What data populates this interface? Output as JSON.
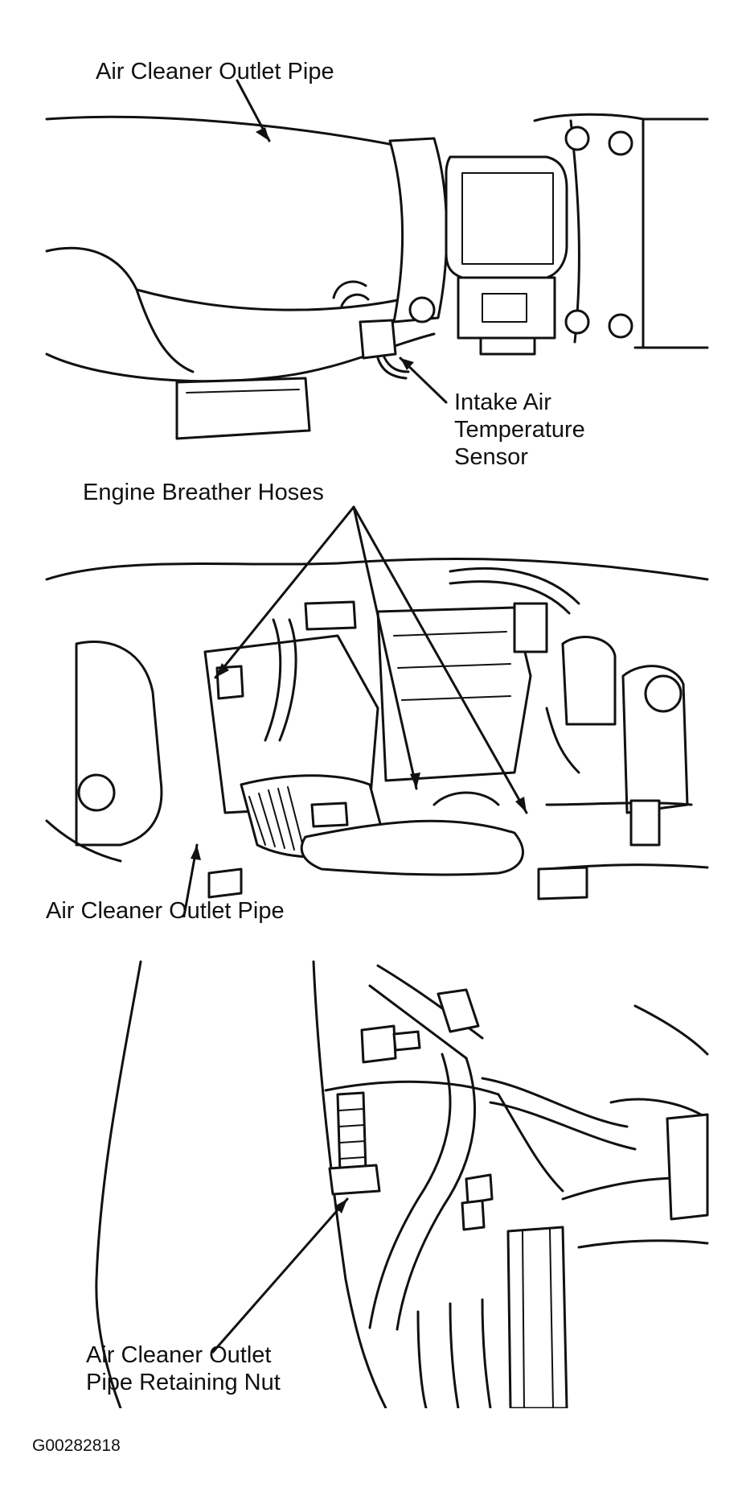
{
  "panel1": {
    "label_pipe": "Air Cleaner Outlet Pipe",
    "label_sensor": [
      "Intake Air",
      "Temperature",
      "Sensor"
    ]
  },
  "panel2": {
    "label_hoses": "Engine Breather Hoses",
    "label_pipe": "Air Cleaner Outlet Pipe"
  },
  "panel3": {
    "label_nut": [
      "Air Cleaner Outlet",
      "Pipe Retaining Nut"
    ]
  },
  "figure_id": "G00282818"
}
